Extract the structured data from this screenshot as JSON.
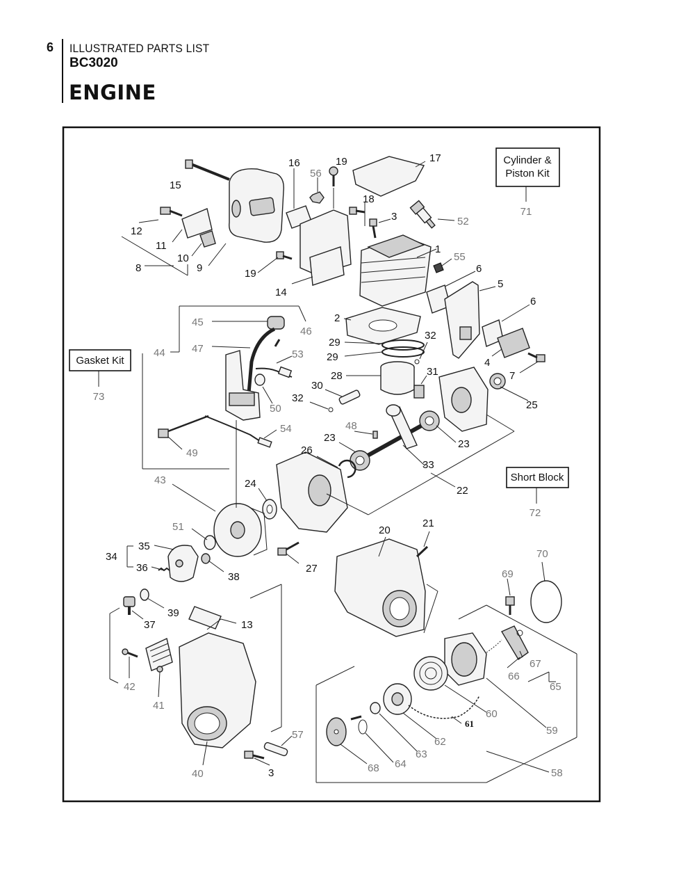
{
  "header": {
    "page_number": "6",
    "subtitle": "ILLUSTRATED PARTS LIST",
    "model": "BC3020",
    "title": "ENGINE"
  },
  "kits": [
    {
      "id": "cylinder_piston",
      "label_line1": "Cylinder &",
      "label_line2": "Piston Kit",
      "number": "71"
    },
    {
      "id": "gasket",
      "label_line1": "Gasket Kit",
      "number": "73"
    },
    {
      "id": "short_block",
      "label_line1": "Short Block",
      "number": "72"
    }
  ],
  "callouts": [
    "1",
    "2",
    "3",
    "3",
    "4",
    "5",
    "6",
    "6",
    "7",
    "8",
    "9",
    "10",
    "11",
    "12",
    "13",
    "14",
    "15",
    "16",
    "17",
    "18",
    "19",
    "19",
    "20",
    "21",
    "22",
    "23",
    "23",
    "24",
    "25",
    "26",
    "27",
    "28",
    "29",
    "29",
    "30",
    "31",
    "32",
    "32",
    "33",
    "34",
    "35",
    "36",
    "37",
    "38",
    "39",
    "40",
    "41",
    "42",
    "43",
    "44",
    "45",
    "46",
    "47",
    "48",
    "49",
    "50",
    "51",
    "52",
    "53",
    "54",
    "55",
    "56",
    "57",
    "58",
    "59",
    "60",
    "61",
    "62",
    "63",
    "64",
    "65",
    "66",
    "67",
    "68",
    "69",
    "70"
  ]
}
